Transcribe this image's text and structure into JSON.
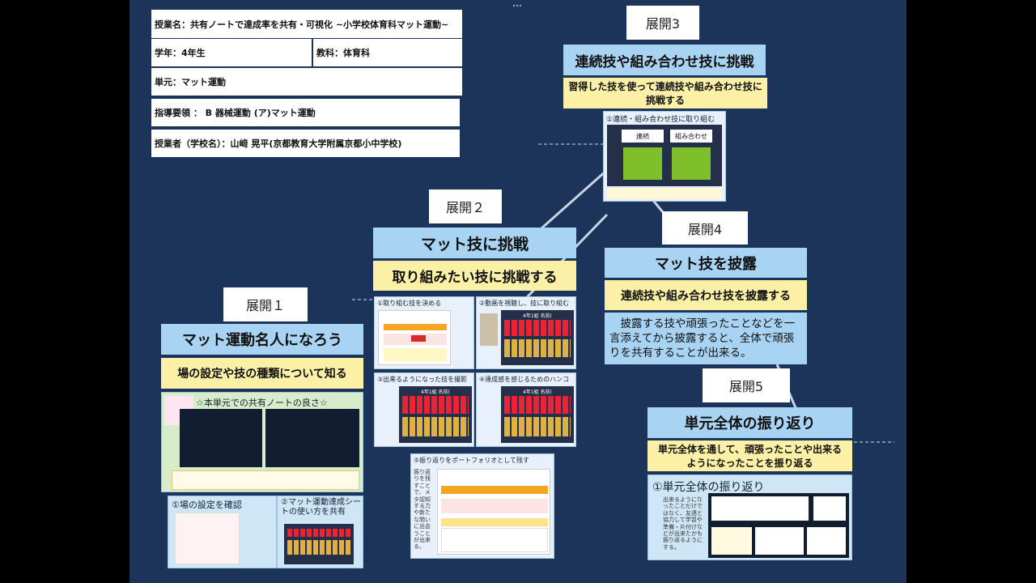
{
  "lesson_info": {
    "name": "授業名：共有ノートで達成率を共有・可視化 ~小学校体育科マット運動~",
    "grade": "学年：4年生",
    "subject": "教科：体育科",
    "unit": "単元：マット運動",
    "guideline": "指導要領 ： B 器械運動 (ア)マット運動",
    "teacher": "授業者（学校名）：山﨑 晃平(京都教育大学附属京都小中学校)"
  },
  "stage1": {
    "tag": "展開１",
    "title": "マット運動名人になろう",
    "subtitle": "場の設定や技の種類について知る",
    "slide_title": "☆本単元での共有ノートの良さ☆",
    "box_a": "①場の設定を確認",
    "box_b": "②マット運動達成シートの使い方を共有"
  },
  "stage2": {
    "tag": "展開２",
    "title": "マット技に挑戦",
    "subtitle": "取り組みたい技に挑戦する",
    "thumb1": "①取り組む技を決める",
    "thumb2": "②動画を視聴し、技に取り組む",
    "thumb3": "③出来るようになった技を撮影",
    "thumb4": "④達成感を感じるためのハンコ",
    "thumb5": "⑤振り返りをポートフォリオとして残す",
    "sheet_label": "4年1組 名前(",
    "t5_side": "振り返りを残すことで、メタ認知する力や新たな問いに出会うことが出来る。"
  },
  "stage3": {
    "tag": "展開3",
    "title": "連続技や組み合わせ技に挑戦",
    "subtitle": "習得した技を使って連続技や組み合わせ技に挑戦する",
    "thumb_title": "①連続・組み合わせ技に取り組む",
    "col1": "連続",
    "col2": "組み合わせ"
  },
  "stage4": {
    "tag": "展開4",
    "title": "マット技を披露",
    "subtitle": "連続技や組み合わせ技を披露する",
    "body": "　披露する技や頑張ったことなどを一言添えてから披露すると、全体で頑張りを共有することが出来る。"
  },
  "stage5": {
    "tag": "展開5",
    "title": "単元全体の振り返り",
    "subtitle": "単元全体を通して、頑張ったことや出来るようになったことを振り返る",
    "thumb_title": "①単元全体の振り返り",
    "side": "出来るようになったことだけではなく、友達と協力して学習や準備・片付けなどが出来たかも振り返るようにする。"
  },
  "colors": {
    "background": "#1c3459",
    "light_blue": "#a9d3f2",
    "yellow": "#fbf0a6",
    "tag": "#ffffff"
  }
}
